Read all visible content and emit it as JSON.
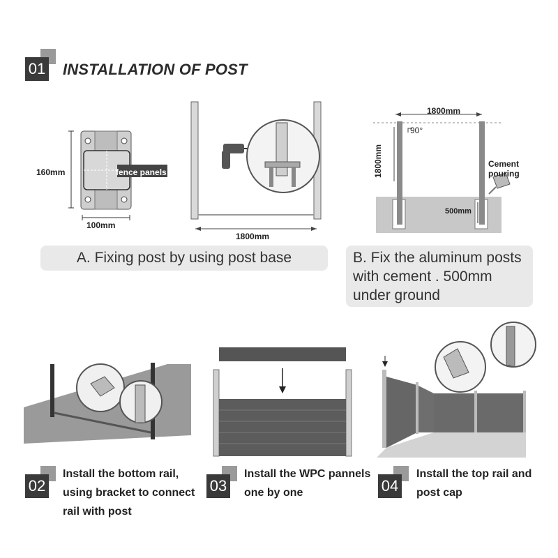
{
  "header": {
    "number": "01",
    "title": "INSTALLATION OF POST"
  },
  "figA": {
    "dim_height": "160mm",
    "dim_width": "100mm",
    "callout": "fence panels",
    "dim_span": "1800mm",
    "caption": "A. Fixing post by using post base"
  },
  "figB": {
    "dim_top": "1800mm",
    "dim_side": "1800mm",
    "angle": "90°",
    "cement_line1": "Cement",
    "cement_line2": "pouring",
    "dim_depth": "500mm",
    "caption_line1": "B. Fix the aluminum posts",
    "caption_line2": "with cement . 500mm",
    "caption_line3": "under ground"
  },
  "steps": [
    {
      "number": "02",
      "line1": "Install the bottom rail,",
      "line2": "using bracket to connect",
      "line3": "rail with post"
    },
    {
      "number": "03",
      "line1": "Install the WPC pannels",
      "line2": "one by one",
      "line3": ""
    },
    {
      "number": "04",
      "line1": "Install the top rail and",
      "line2": "post cap",
      "line3": ""
    }
  ],
  "icons": [
    "drill-icon",
    "down-arrow-icon",
    "magnifier-circle-icon",
    "bracket-icon",
    "cement-bucket-icon"
  ]
}
